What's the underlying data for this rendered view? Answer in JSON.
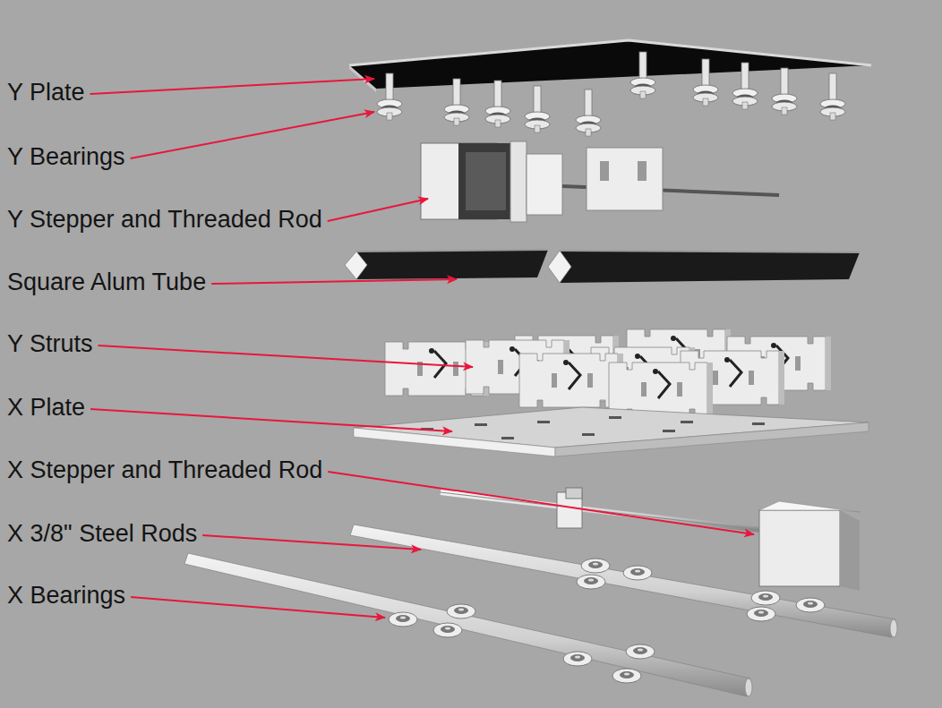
{
  "diagram": {
    "labels": [
      "Y Plate",
      "Y Bearings",
      "Y Stepper and Threaded Rod",
      "Square Alum Tube",
      "Y Struts",
      "X Plate",
      "X Stepper and Threaded Rod",
      "X 3/8\" Steel Rods",
      "X Bearings"
    ]
  }
}
